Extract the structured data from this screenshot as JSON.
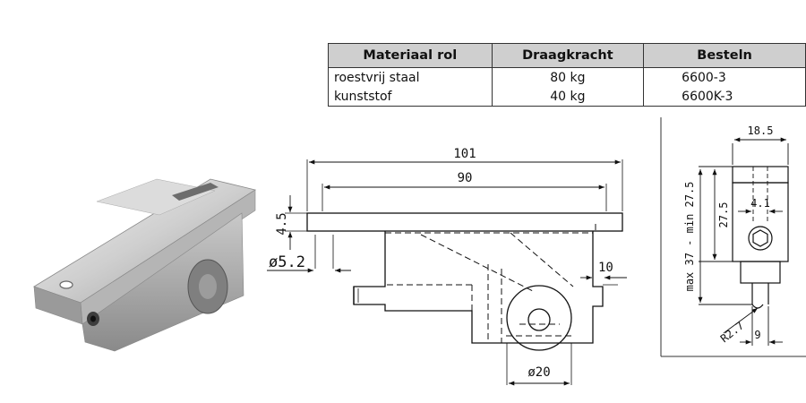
{
  "table": {
    "headers": [
      "Materiaal rol",
      "Draagkracht",
      "Besteln"
    ],
    "rows": [
      [
        "roestvrij staal",
        "80 kg",
        "6600-3"
      ],
      [
        "kunststof",
        "40 kg",
        "6600K-3"
      ]
    ]
  },
  "front_view": {
    "dim_overall": "101",
    "dim_inner": "90",
    "dim_plate": "4.5",
    "dim_hole": "ø5.2",
    "dim_side": "10",
    "dim_wheel": "ø20"
  },
  "side_view": {
    "dim_top": "18.5",
    "dim_height": "27.5",
    "dim_range": "max 37 - min 27.5",
    "dim_hex": "4.1",
    "dim_radius": "R2.7",
    "dim_base": "9"
  },
  "colors": {
    "header_bg": "#cfcfcf",
    "line": "#111111"
  }
}
